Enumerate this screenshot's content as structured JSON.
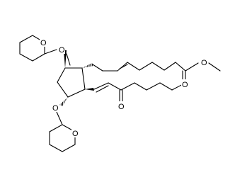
{
  "molecule": {
    "atom_labels": {
      "thp_top_ring_o": "O",
      "thp_top_link_o": "O",
      "thp_bottom_link_o": "O",
      "thp_bottom_ring_o": "O",
      "ketone_o": "O",
      "ester_carbonyl_o": "O",
      "ester_alkoxy_o": "O"
    }
  }
}
